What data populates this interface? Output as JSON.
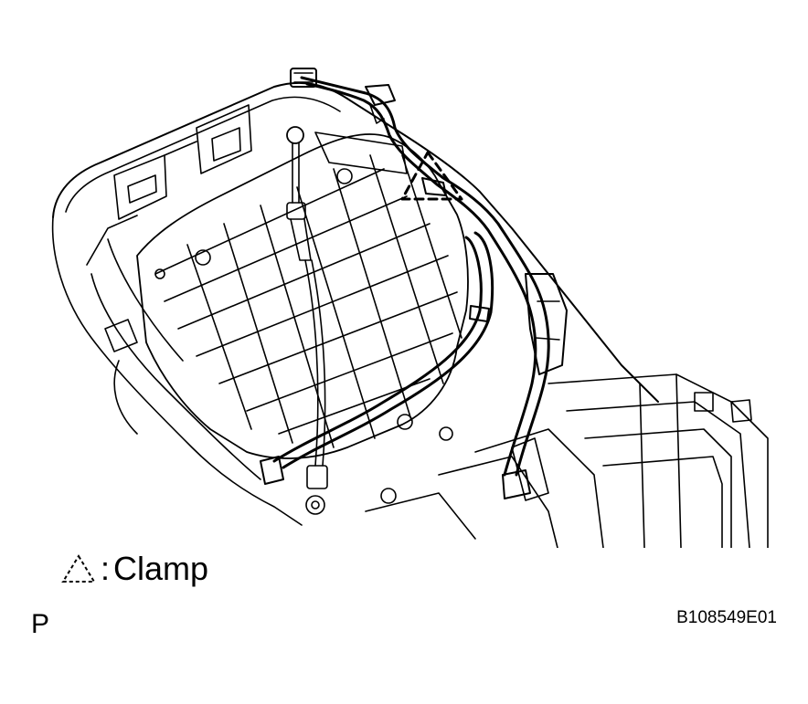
{
  "legend": {
    "symbol": "dashed-triangle-clamp-symbol",
    "colon": ":",
    "label": "Clamp"
  },
  "view_letter": "P",
  "figure_code": "B108549E01"
}
